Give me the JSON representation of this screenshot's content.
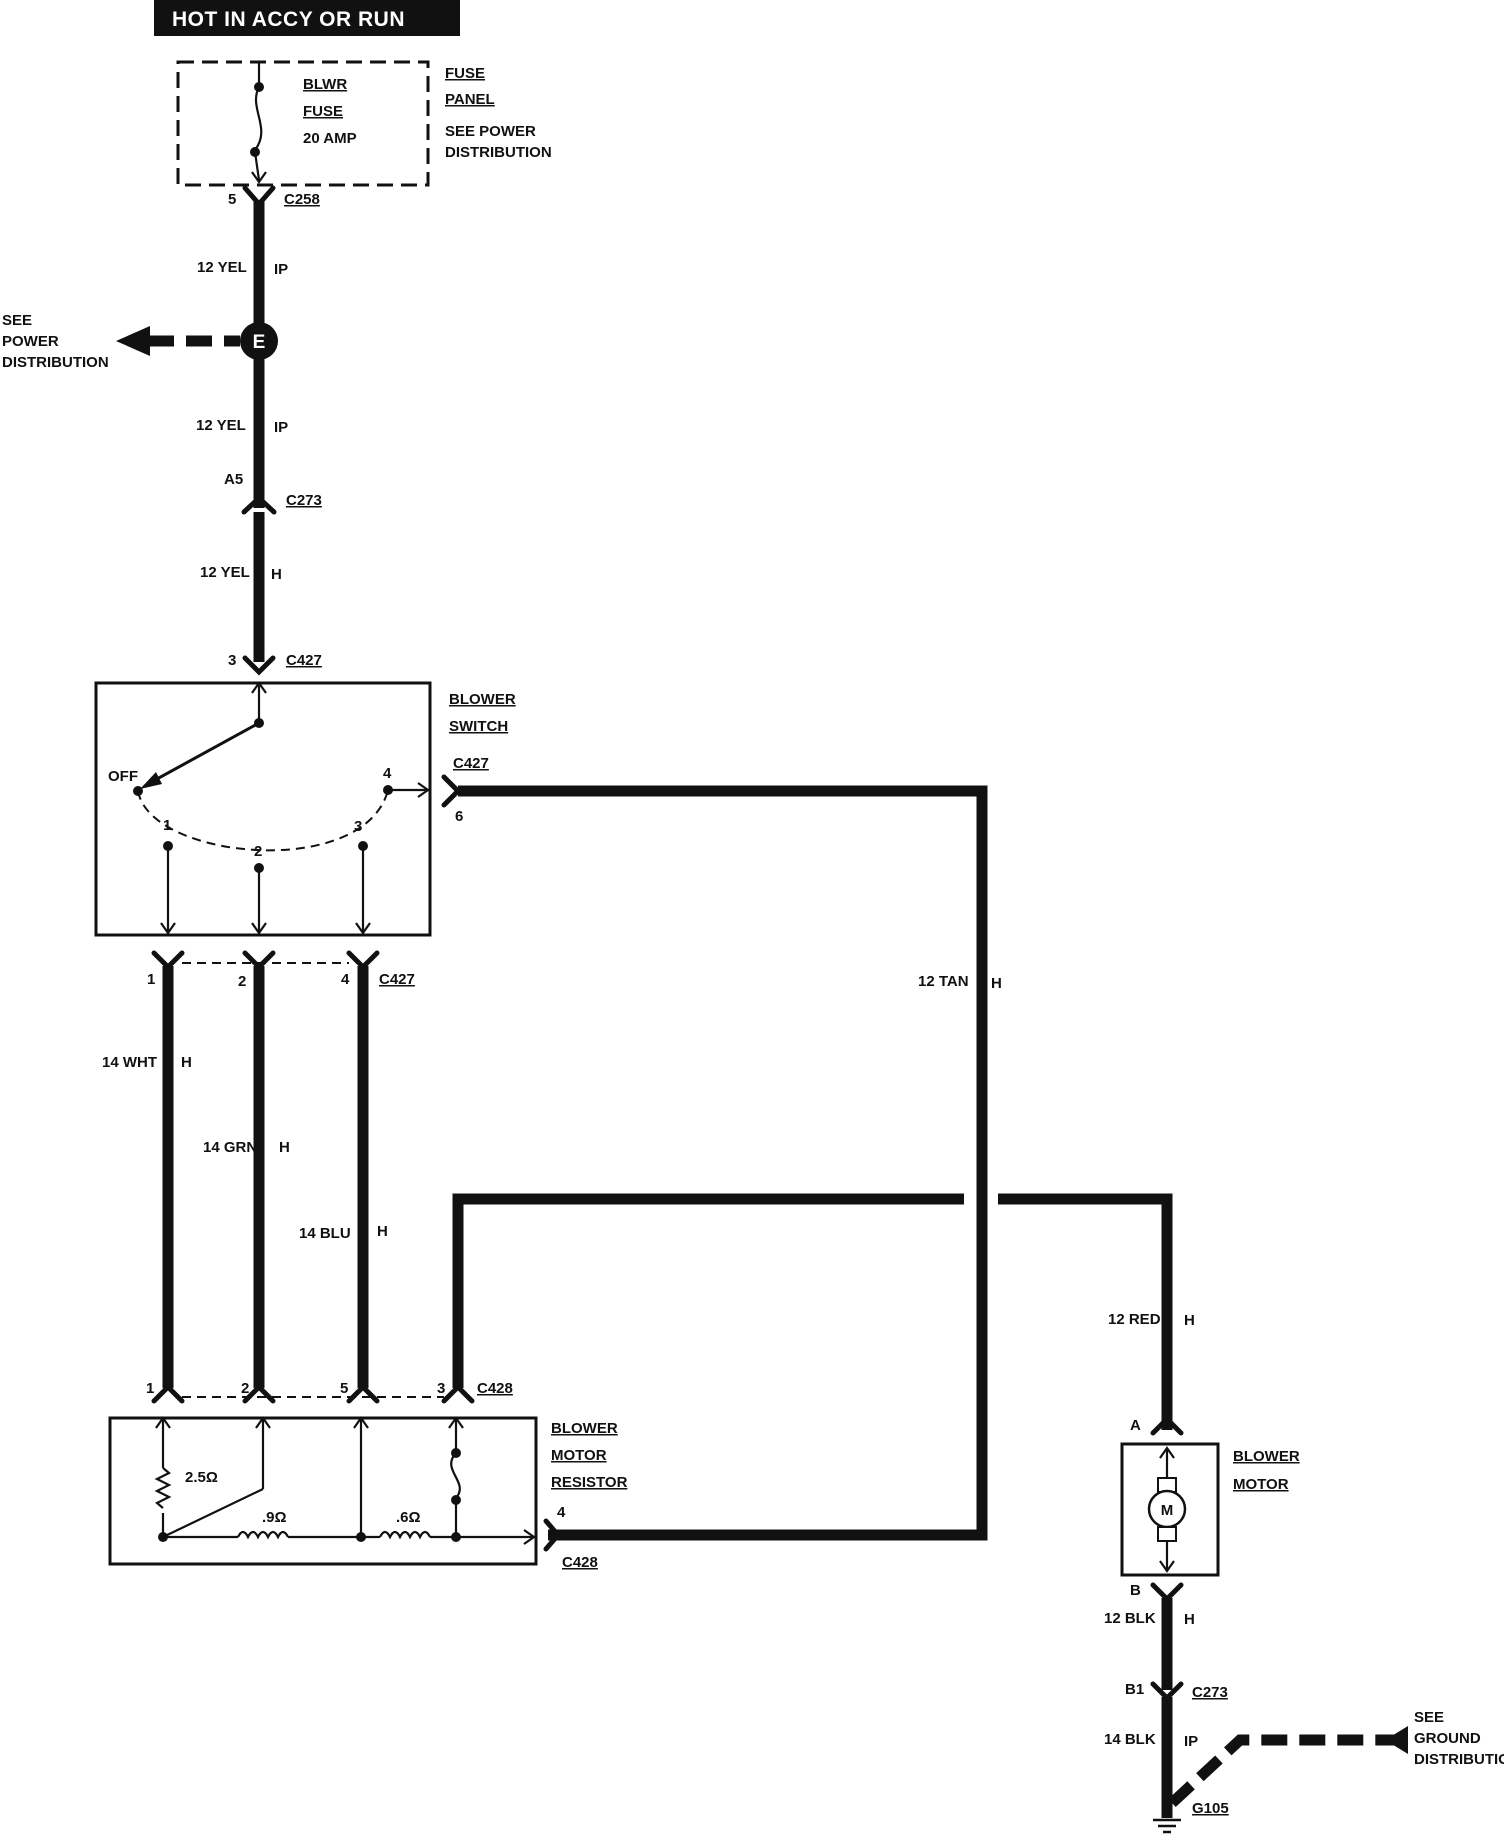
{
  "header": {
    "title": "HOT IN ACCY OR RUN"
  },
  "fuse_panel": {
    "fuse_lines": [
      "BLWR",
      "FUSE",
      "20 AMP"
    ],
    "title_lines": [
      "FUSE",
      "PANEL"
    ],
    "note_lines": [
      "SEE POWER",
      "DISTRIBUTION"
    ]
  },
  "connectors": {
    "c258": {
      "name": "C258",
      "pin": "5"
    },
    "c273_top": {
      "name": "C273",
      "pin": "A5"
    },
    "c427_in": {
      "name": "C427",
      "pin": "3"
    },
    "c427_side": {
      "name": "C427",
      "pin": "6"
    },
    "c427_bottom": {
      "name": "C427",
      "pins": [
        "1",
        "2",
        "4"
      ]
    },
    "c428_top": {
      "name": "C428",
      "pins": [
        "1",
        "2",
        "5",
        "3"
      ]
    },
    "c428_side": {
      "name": "C428",
      "pin": "4"
    },
    "motor_a": {
      "pin": "A"
    },
    "motor_b": {
      "pin": "B"
    },
    "c273_bottom": {
      "name": "C273",
      "pin": "B1"
    }
  },
  "wires": {
    "w1": {
      "label": "12 YEL",
      "harness": "IP"
    },
    "w2": {
      "label": "12 YEL",
      "harness": "IP"
    },
    "w3": {
      "label": "12 YEL",
      "harness": "H"
    },
    "tan": {
      "label": "12 TAN",
      "harness": "H"
    },
    "wht": {
      "label": "14 WHT",
      "harness": "H"
    },
    "grn": {
      "label": "14 GRN",
      "harness": "H"
    },
    "blu": {
      "label": "14 BLU",
      "harness": "H"
    },
    "red": {
      "label": "12 RED",
      "harness": "H"
    },
    "blk1": {
      "label": "12 BLK",
      "harness": "H"
    },
    "blk2": {
      "label": "14 BLK",
      "harness": "IP"
    }
  },
  "splice": {
    "letter": "E"
  },
  "power_ref": {
    "lines": [
      "SEE",
      "POWER",
      "DISTRIBUTION"
    ]
  },
  "blower_switch": {
    "title_lines": [
      "BLOWER",
      "SWITCH"
    ],
    "positions": [
      "OFF",
      "1",
      "2",
      "3",
      "4"
    ]
  },
  "resistor": {
    "title_lines": [
      "BLOWER",
      "MOTOR",
      "RESISTOR"
    ],
    "values": [
      "2.5Ω",
      ".9Ω",
      ".6Ω"
    ]
  },
  "motor": {
    "title_lines": [
      "BLOWER",
      "MOTOR"
    ],
    "symbol": "M"
  },
  "ground": {
    "name": "G105",
    "note_lines": [
      "SEE",
      "GROUND",
      "DISTRIBUTION"
    ]
  }
}
